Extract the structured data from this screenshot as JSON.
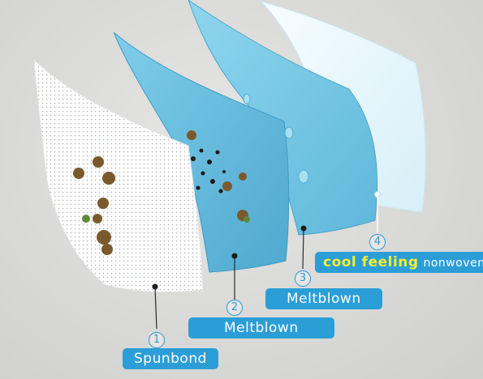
{
  "layers": [
    {
      "number": "1",
      "label": "Spunbond"
    },
    {
      "number": "2",
      "label": "Meltblown"
    },
    {
      "number": "3",
      "label": "Meltblown"
    },
    {
      "number": "4",
      "label_highlight": "cool feeling",
      "label_rest": "nonwoven"
    }
  ],
  "colors": {
    "accent": "#2b9ed8",
    "highlight": "#f7ef2c",
    "meltblown": "#6cc3e2",
    "spunbond": "#ffffff",
    "cool_layer": "#eaf7fb"
  }
}
